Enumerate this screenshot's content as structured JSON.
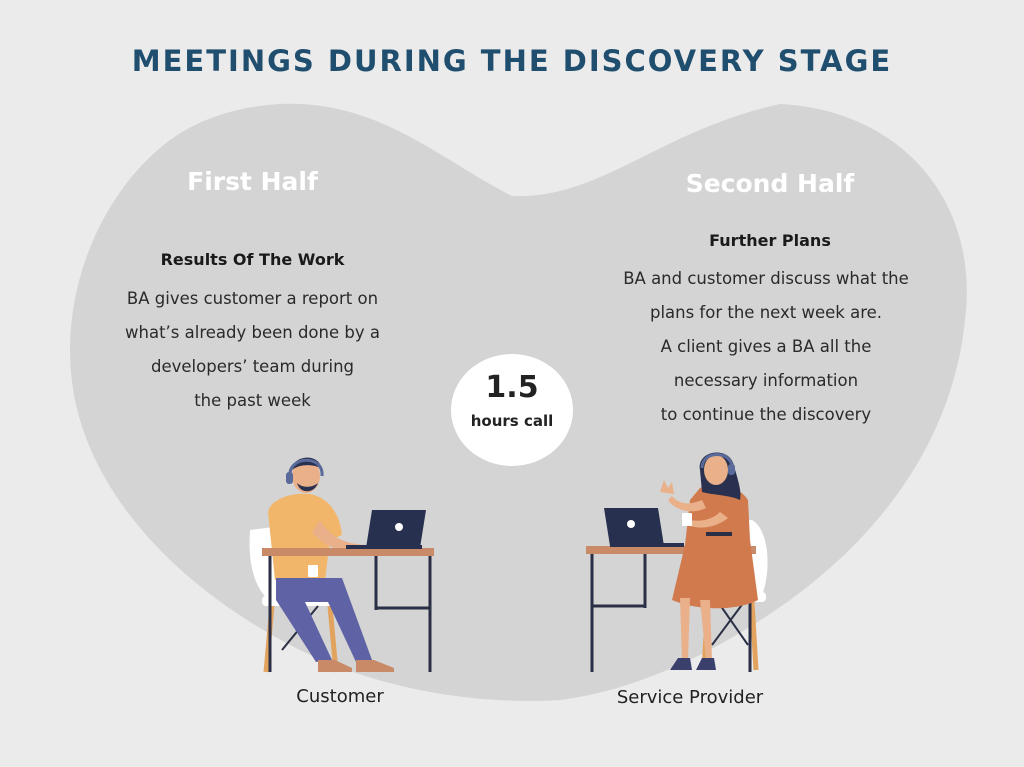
{
  "title": "MEETINGS DURING THE DISCOVERY STAGE",
  "first_half": {
    "heading": "First Half",
    "subheading": "Results Of The Work",
    "lines": [
      "BA gives customer a report on",
      "what’s already been done by a",
      "developers’ team during",
      "the past week"
    ]
  },
  "second_half": {
    "heading": "Second Half",
    "subheading": "Further Plans",
    "lines": [
      "BA and customer discuss what the",
      "plans for the next week are.",
      "A client gives a BA all the",
      "necessary information",
      "to continue the discovery"
    ]
  },
  "call": {
    "number": "1.5",
    "label": "hours call"
  },
  "people": {
    "left": "Customer",
    "right": "Service Provider"
  },
  "colors": {
    "title": "#1f4e6e",
    "blob": "#d4d4d4",
    "background": "#ebebeb",
    "laptop": "#27304f",
    "desk": "#c98a67",
    "customer_shirt": "#f2b66a",
    "provider_dress": "#d17a4d"
  }
}
